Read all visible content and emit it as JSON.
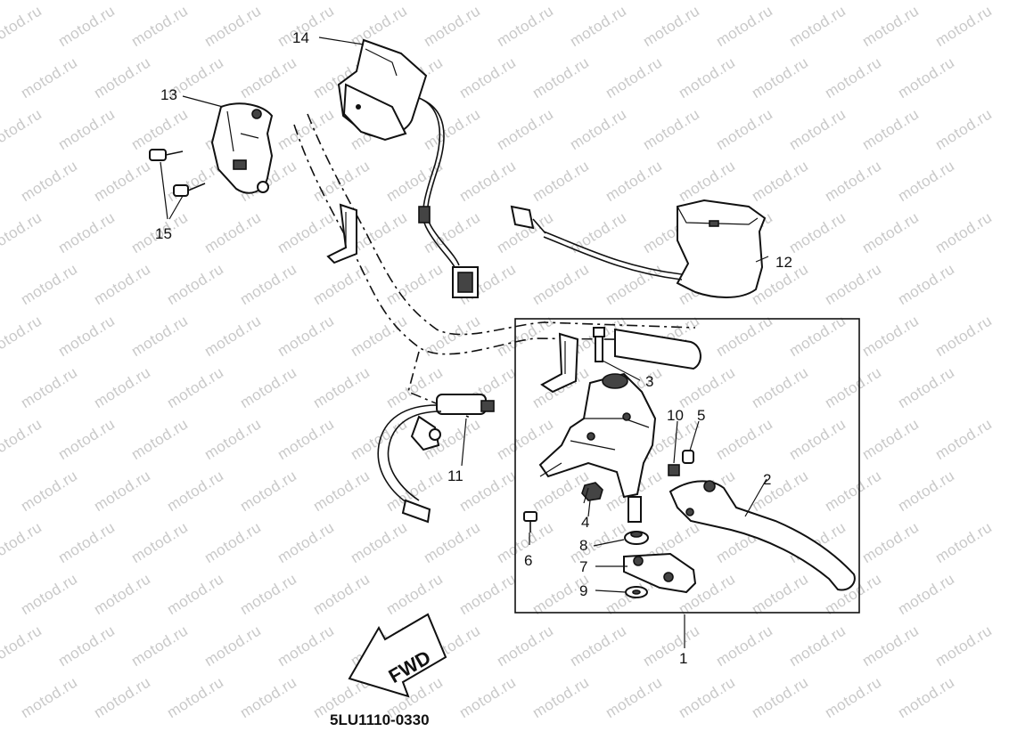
{
  "watermark": {
    "text": "motod.ru",
    "color": "#c9c9c9"
  },
  "diagram": {
    "code": "5LU1110-0330",
    "fwd_label": "FWD",
    "callouts": {
      "c1": "1",
      "c2": "2",
      "c3": "3",
      "c4": "4",
      "c5": "5",
      "c6": "6",
      "c7": "7",
      "c8": "8",
      "c9": "9",
      "c10": "10",
      "c11": "11",
      "c12": "12",
      "c13": "13",
      "c14": "14",
      "c15": "15"
    }
  }
}
